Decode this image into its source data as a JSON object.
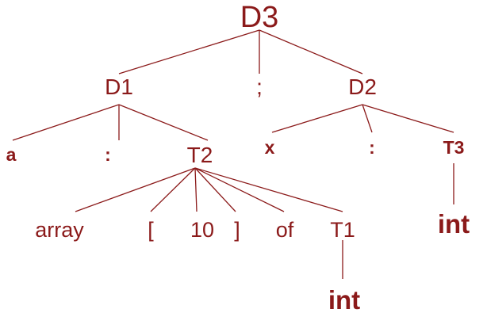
{
  "tree": {
    "nodes": {
      "d3": "D3",
      "d1": "D1",
      "semi": ";",
      "d2": "D2",
      "a": "a",
      "colon1": ":",
      "t2": "T2",
      "x": "x",
      "colon2": ":",
      "t3": "T3",
      "array": "array",
      "lbracket": "[",
      "num10": "10",
      "rbracket": "]",
      "of": "of",
      "t1": "T1",
      "int_t3": "int",
      "int_t1": "int"
    },
    "edges": [
      [
        "d3",
        "d1"
      ],
      [
        "d3",
        "semi"
      ],
      [
        "d3",
        "d2"
      ],
      [
        "d1",
        "a"
      ],
      [
        "d1",
        "colon1"
      ],
      [
        "d1",
        "t2"
      ],
      [
        "d2",
        "x"
      ],
      [
        "d2",
        "colon2"
      ],
      [
        "d2",
        "t3"
      ],
      [
        "t2",
        "array"
      ],
      [
        "t2",
        "lbracket"
      ],
      [
        "t2",
        "num10"
      ],
      [
        "t2",
        "rbracket"
      ],
      [
        "t2",
        "of"
      ],
      [
        "t2",
        "t1"
      ],
      [
        "t3",
        "int_t3"
      ],
      [
        "t1",
        "int_t1"
      ]
    ],
    "color": "#8b1a1a"
  }
}
